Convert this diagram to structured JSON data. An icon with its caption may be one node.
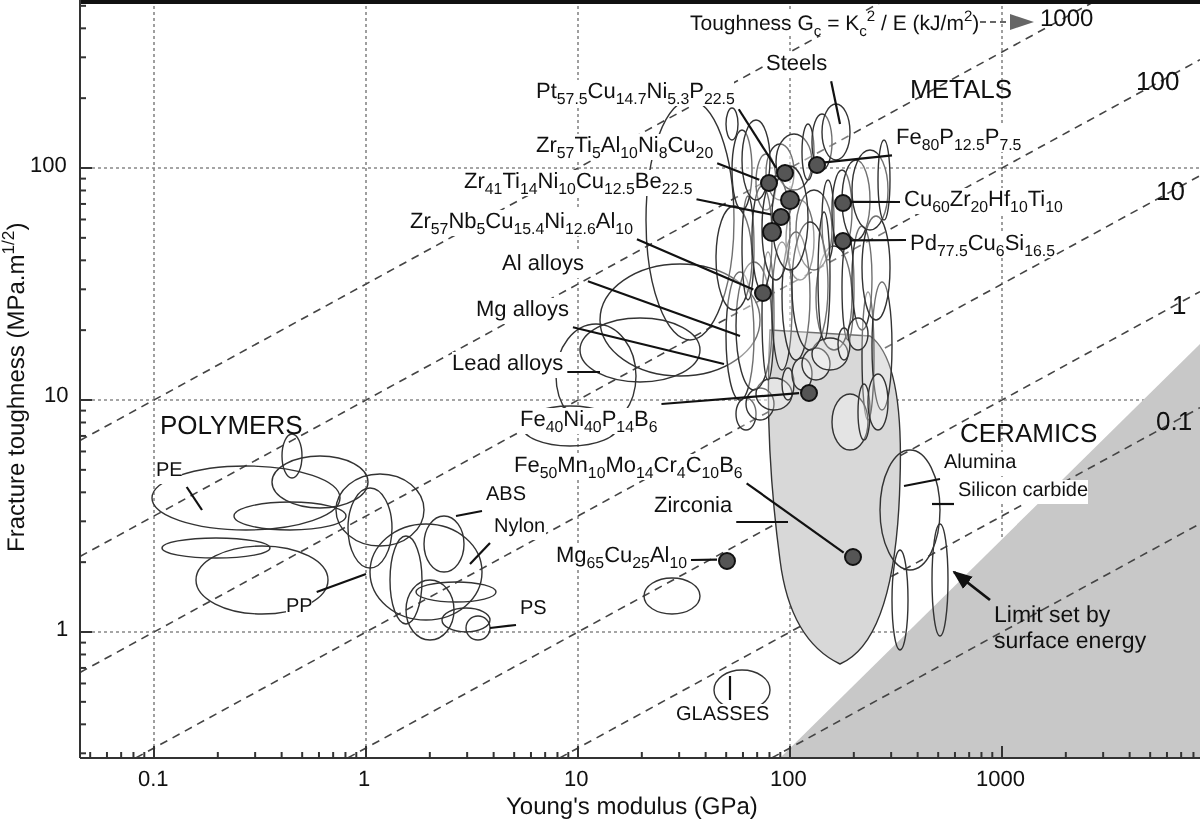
{
  "diagram": {
    "nodes": [
      {
        "text": [
          "Steels"
        ]
      },
      {
        "text": [
          "Pt$_{57.5}$Cu$_{14.7}$Ni$_{5.3}$P$_{22.5}$"
        ]
      },
      {
        "text": [
          "Zr$_{57}$Ti$_{5}$Al$_{10}$Ni$_{8}$Cu$_{20}$"
        ]
      },
      {
        "text": [
          "Zr$_{41}$Ti$_{14}$Ni$_{10}$Cu$_{12.5}$Be$_{22.5}$"
        ]
      },
      {
        "text": [
          "Zr$_{57}$Nb$_{5}$Cu$_{15.4}$Ni$_{12.6}$Al$_{10}$"
        ]
      },
      {
        "text": [
          "Al alloys"
        ]
      },
      {
        "text": [
          "Mg alloys"
        ]
      },
      {
        "text": [
          "Lead alloys"
        ]
      },
      {
        "text": [
          "Fe$_{40}$Ni$_{40}$P$_{14}$B$_{6}$"
        ]
      },
      {
        "text": [
          "Fe$_{50}$Mn$_{10}$Mo$_{14}$Cr$_{4}$C$_{10}$B$_{6}$"
        ]
      },
      {
        "text": [
          "Mg$_{65}$Cu$_{25}$Al$_{10}$"
        ]
      },
      {
        "text": [
          "Zirconia"
        ]
      },
      {
        "text": [
          "Fe$_{80}$P$_{12.5}$P$_{7.5}$"
        ]
      },
      {
        "text": [
          "Cu$_{60}$Zr$_{20}$Hf$_{10}$Ti$_{10}$"
        ]
      },
      {
        "text": [
          "Pd$_{77.5}$Cu$_{6}$Si$_{16.5}$"
        ]
      },
      {
        "text": [
          "Alumina"
        ]
      },
      {
        "text": [
          "Silicon carbide"
        ]
      },
      {
        "text": [
          "Limit set by surface energy"
        ]
      },
      {
        "text": [
          "PE"
        ]
      },
      {
        "text": [
          "ABS"
        ]
      },
      {
        "text": [
          "Nylon"
        ]
      },
      {
        "text": [
          "PP"
        ]
      },
      {
        "text": [
          "PS"
        ]
      },
      {
        "text": [
          "GLASSES"
        ]
      },
      {
        "text": [],
        "shape": "circle"
      },
      {
        "text": [],
        "shape": "circle"
      },
      {
        "text": [],
        "shape": "circle"
      },
      {
        "text": [],
        "shape": "circle"
      },
      {
        "text": [],
        "shape": "circle"
      },
      {
        "text": [],
        "shape": "circle"
      },
      {
        "text": [],
        "shape": "circle"
      },
      {
        "text": [],
        "shape": "circle"
      },
      {
        "text": [],
        "shape": "circle"
      },
      {
        "text": [],
        "shape": "circle"
      }
    ],
    "edges": [
      {
        "from": 0,
        "to": null,
        "arrow": "none"
      },
      {
        "from": 1,
        "to": 28,
        "arrow": "none"
      },
      {
        "from": 2,
        "to": 26,
        "arrow": "none"
      },
      {
        "from": 3,
        "to": 27,
        "arrow": "none"
      },
      {
        "from": 4,
        "to": 25,
        "arrow": "none"
      },
      {
        "from": 5,
        "to": null,
        "arrow": "none"
      },
      {
        "from": 6,
        "to": null,
        "arrow": "none"
      },
      {
        "from": 7,
        "to": null,
        "arrow": "none"
      },
      {
        "from": 8,
        "to": 29,
        "arrow": "none"
      },
      {
        "from": 9,
        "to": 33,
        "arrow": "none"
      },
      {
        "from": 10,
        "to": 24,
        "arrow": "none"
      },
      {
        "from": 11,
        "to": null,
        "arrow": "none"
      },
      {
        "from": 12,
        "to": 30,
        "arrow": "none"
      },
      {
        "from": 13,
        "to": 31,
        "arrow": "none"
      },
      {
        "from": 14,
        "to": 32,
        "arrow": "none"
      },
      {
        "from": 15,
        "to": null,
        "arrow": "none"
      },
      {
        "from": 16,
        "to": null,
        "arrow": "none"
      },
      {
        "from": 17,
        "to": null,
        "arrow": "to"
      },
      {
        "from": 18,
        "to": null,
        "arrow": "none"
      },
      {
        "from": 19,
        "to": null,
        "arrow": "none"
      },
      {
        "from": 20,
        "to": null,
        "arrow": "none"
      },
      {
        "from": 21,
        "to": null,
        "arrow": "none"
      },
      {
        "from": 22,
        "to": null,
        "arrow": "none"
      },
      {
        "from": 23,
        "to": null,
        "arrow": "none"
      }
    ],
    "labels": [
      "Toughness G$_{c}$ = K$_{c}$$^{2}$ / E (kJ/m$^{2}$)",
      "1000",
      "100",
      "METALS",
      "10",
      "1",
      "POLYMERS",
      "CERAMICS",
      "0.1",
      "100",
      "10",
      "1",
      "0.1",
      "1",
      "10",
      "100",
      "1000",
      "Young's modulus (GPa)",
      "Fracture toughness (MPa.m$^{1/2}$)"
    ]
  }
}
